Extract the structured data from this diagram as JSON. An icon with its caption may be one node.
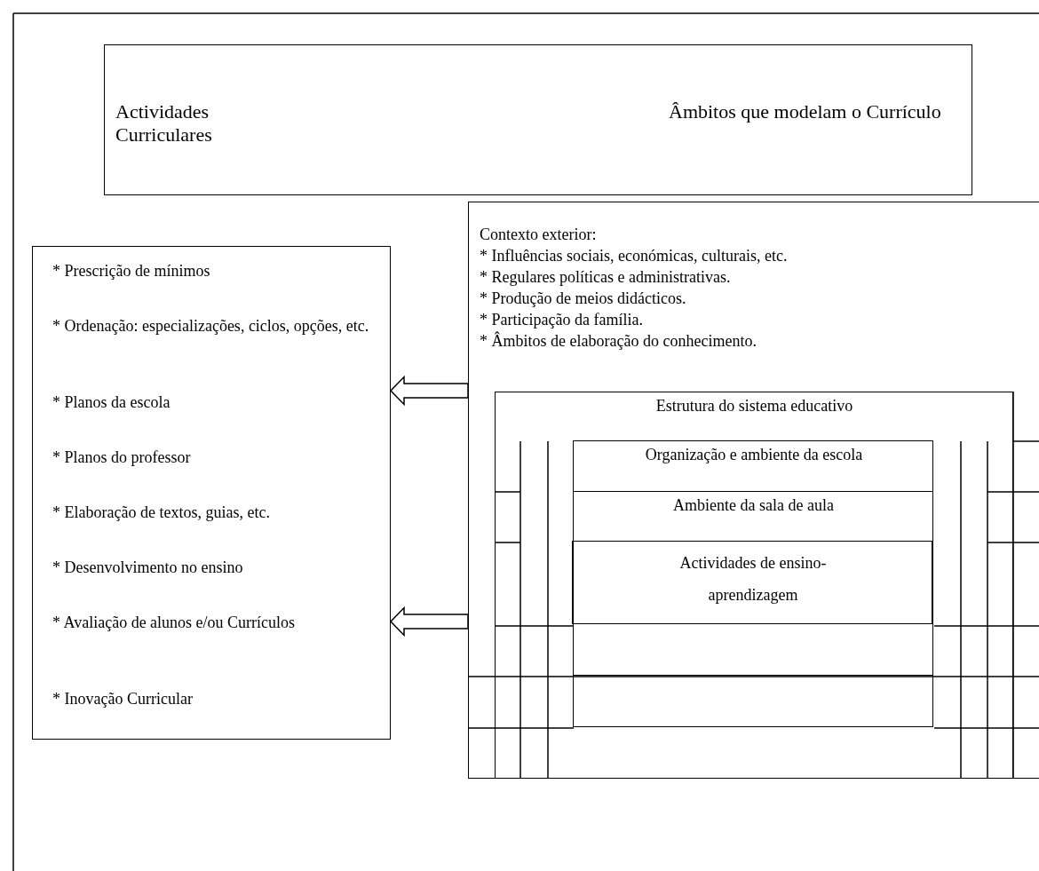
{
  "diagram": {
    "nodes": [
      {
        "text": [
          "Actividades Curriculares",
          "Âmbitos que modelam o Currículo"
        ]
      },
      {
        "text": [
          "* Prescrição de mínimos",
          "* Ordenação: especializações, ciclos, opções, etc.",
          "* Planos da escola",
          "* Planos do professor",
          "* Elaboração de textos, guias, etc.",
          "* Desenvolvimento no ensino",
          "* Avaliação de alunos e/ou Currículos",
          "* Inovação Curricular"
        ]
      },
      {
        "text": [
          "Contexto exterior:",
          "* Influências sociais, económicas, culturais, etc.",
          "* Regulares políticas e administrativas.",
          "* Produção de meios didácticos.",
          "* Participação da família.",
          "* Âmbitos de elaboração do conhecimento."
        ]
      },
      {
        "text": [
          "Estrutura do sistema educativo"
        ],
        "in": 2
      },
      {
        "text": [
          "Organização e ambiente da escola"
        ],
        "in": 3
      },
      {
        "text": [
          "Ambiente da sala de aula"
        ],
        "in": 4
      },
      {
        "text": [
          "Actividades de ensino-aprendizagem"
        ],
        "in": 5
      }
    ],
    "edges": [
      {
        "from": 2,
        "to": 1,
        "arrow": "to"
      },
      {
        "from": 2,
        "to": 1,
        "arrow": "to"
      }
    ]
  }
}
